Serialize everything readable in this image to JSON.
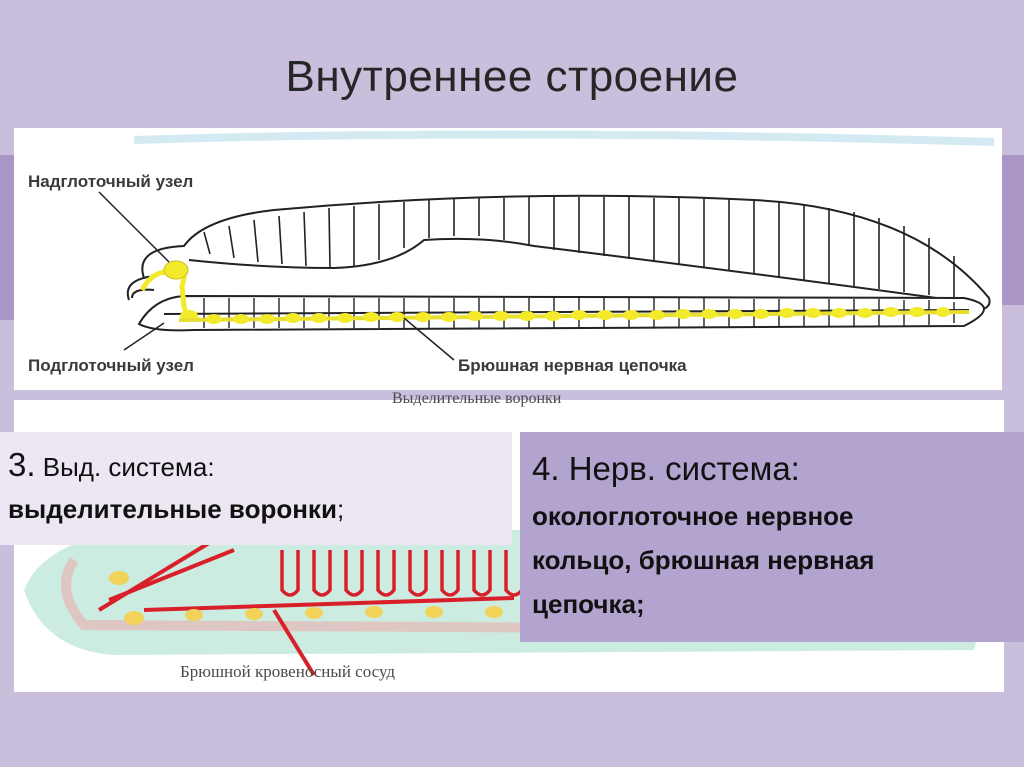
{
  "slide": {
    "title": "Внутреннее строение"
  },
  "diagram_top": {
    "label_suprapharyngeal": "Надглоточный узел",
    "label_subpharyngeal": "Подглоточный узел",
    "label_ventral_cord": "Брюшная нервная цепочка"
  },
  "diagram_bottom": {
    "label_excretory_funnels": "Выделительные воронки",
    "label_ventral_vessel": "Брюшной кровеносный сосуд"
  },
  "box3": {
    "number": "3.",
    "heading": "Выд. система:",
    "body": "выделительные воронки",
    "body_suffix": ";"
  },
  "box4": {
    "heading": "4. Нерв. система:",
    "line1": "окологлоточное нервное",
    "line2": "кольцо, брюшная нервная",
    "line3": "цепочка;"
  },
  "colors": {
    "background": "#c9bedb",
    "nerve": "#f2ea2a",
    "blood_vessel": "#d9202a",
    "box3": "#ece7f3",
    "box4": "#b2a3cf"
  }
}
